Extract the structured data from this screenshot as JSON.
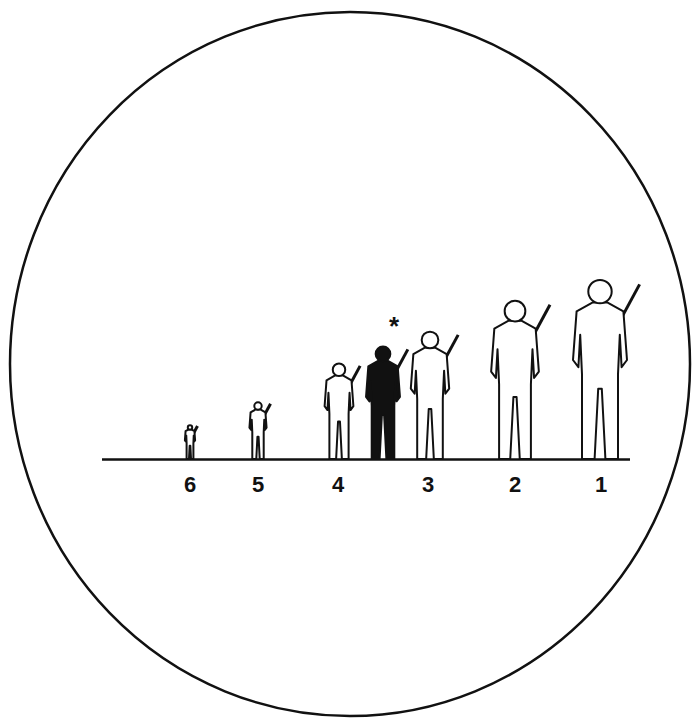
{
  "diagram": {
    "labels": [
      "6",
      "5",
      "4",
      "3",
      "2",
      "1",
      "*"
    ]
  }
}
